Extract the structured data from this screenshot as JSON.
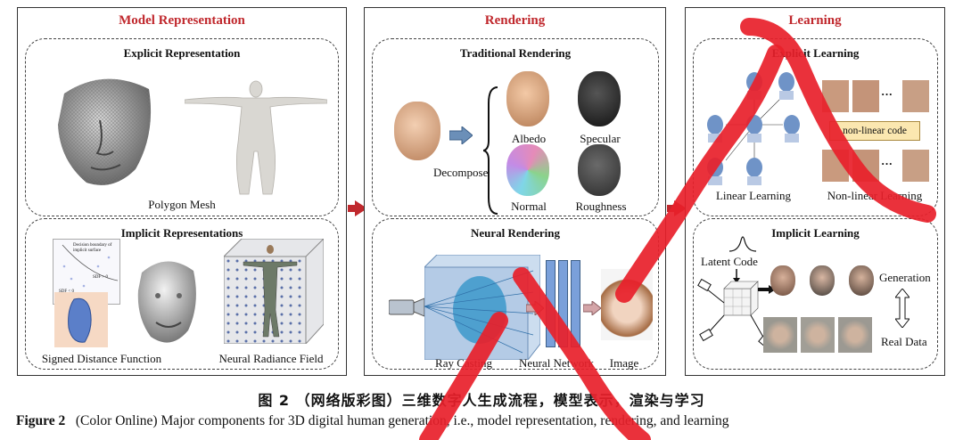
{
  "panels": {
    "model": {
      "title": "Model Representation",
      "explicit_title": "Explicit Representation",
      "polygon_mesh": "Polygon Mesh",
      "implicit_title": "Implicit Representations",
      "sdf_label": "Signed Distance Function",
      "nerf_label": "Neural Radiance Field",
      "sdf_inset_boundary": "Decision boundary of implicit surface",
      "sdf_inset_pos": "SDF > 0",
      "sdf_inset_neg": "SDF < 0"
    },
    "rendering": {
      "title": "Rendering",
      "traditional_title": "Traditional Rendering",
      "decompose": "Decompose",
      "albedo": "Albedo",
      "specular": "Specular",
      "normal": "Normal",
      "roughness": "Roughness",
      "neural_title": "Neural Rendering",
      "ray_casting": "Ray Casting",
      "neural_network": "Neural Network",
      "image": "Image"
    },
    "learning": {
      "title": "Learning",
      "explicit_title": "Explicit Learning",
      "nonlinear_code": "non-linear code",
      "linear_learning": "Linear Learning",
      "nonlinear_learning": "Non-linear Learning",
      "dots": "···",
      "implicit_title": "Implicit Learning",
      "latent_code": "Latent Code",
      "generation": "Generation",
      "real_data": "Real Data"
    }
  },
  "caption": {
    "cn": "图 2 （网络版彩图）三维数字人生成流程，模型表示，渲染与学习",
    "en_label": "Figure 2",
    "en_text": "(Color Online) Major components for 3D digital human generation, i.e., model representation, rendering, and learning"
  },
  "colors": {
    "accent": "#c0282d",
    "blue_arrow": "#6b8fb8",
    "nonlinear_box": "#fbe7b0"
  }
}
